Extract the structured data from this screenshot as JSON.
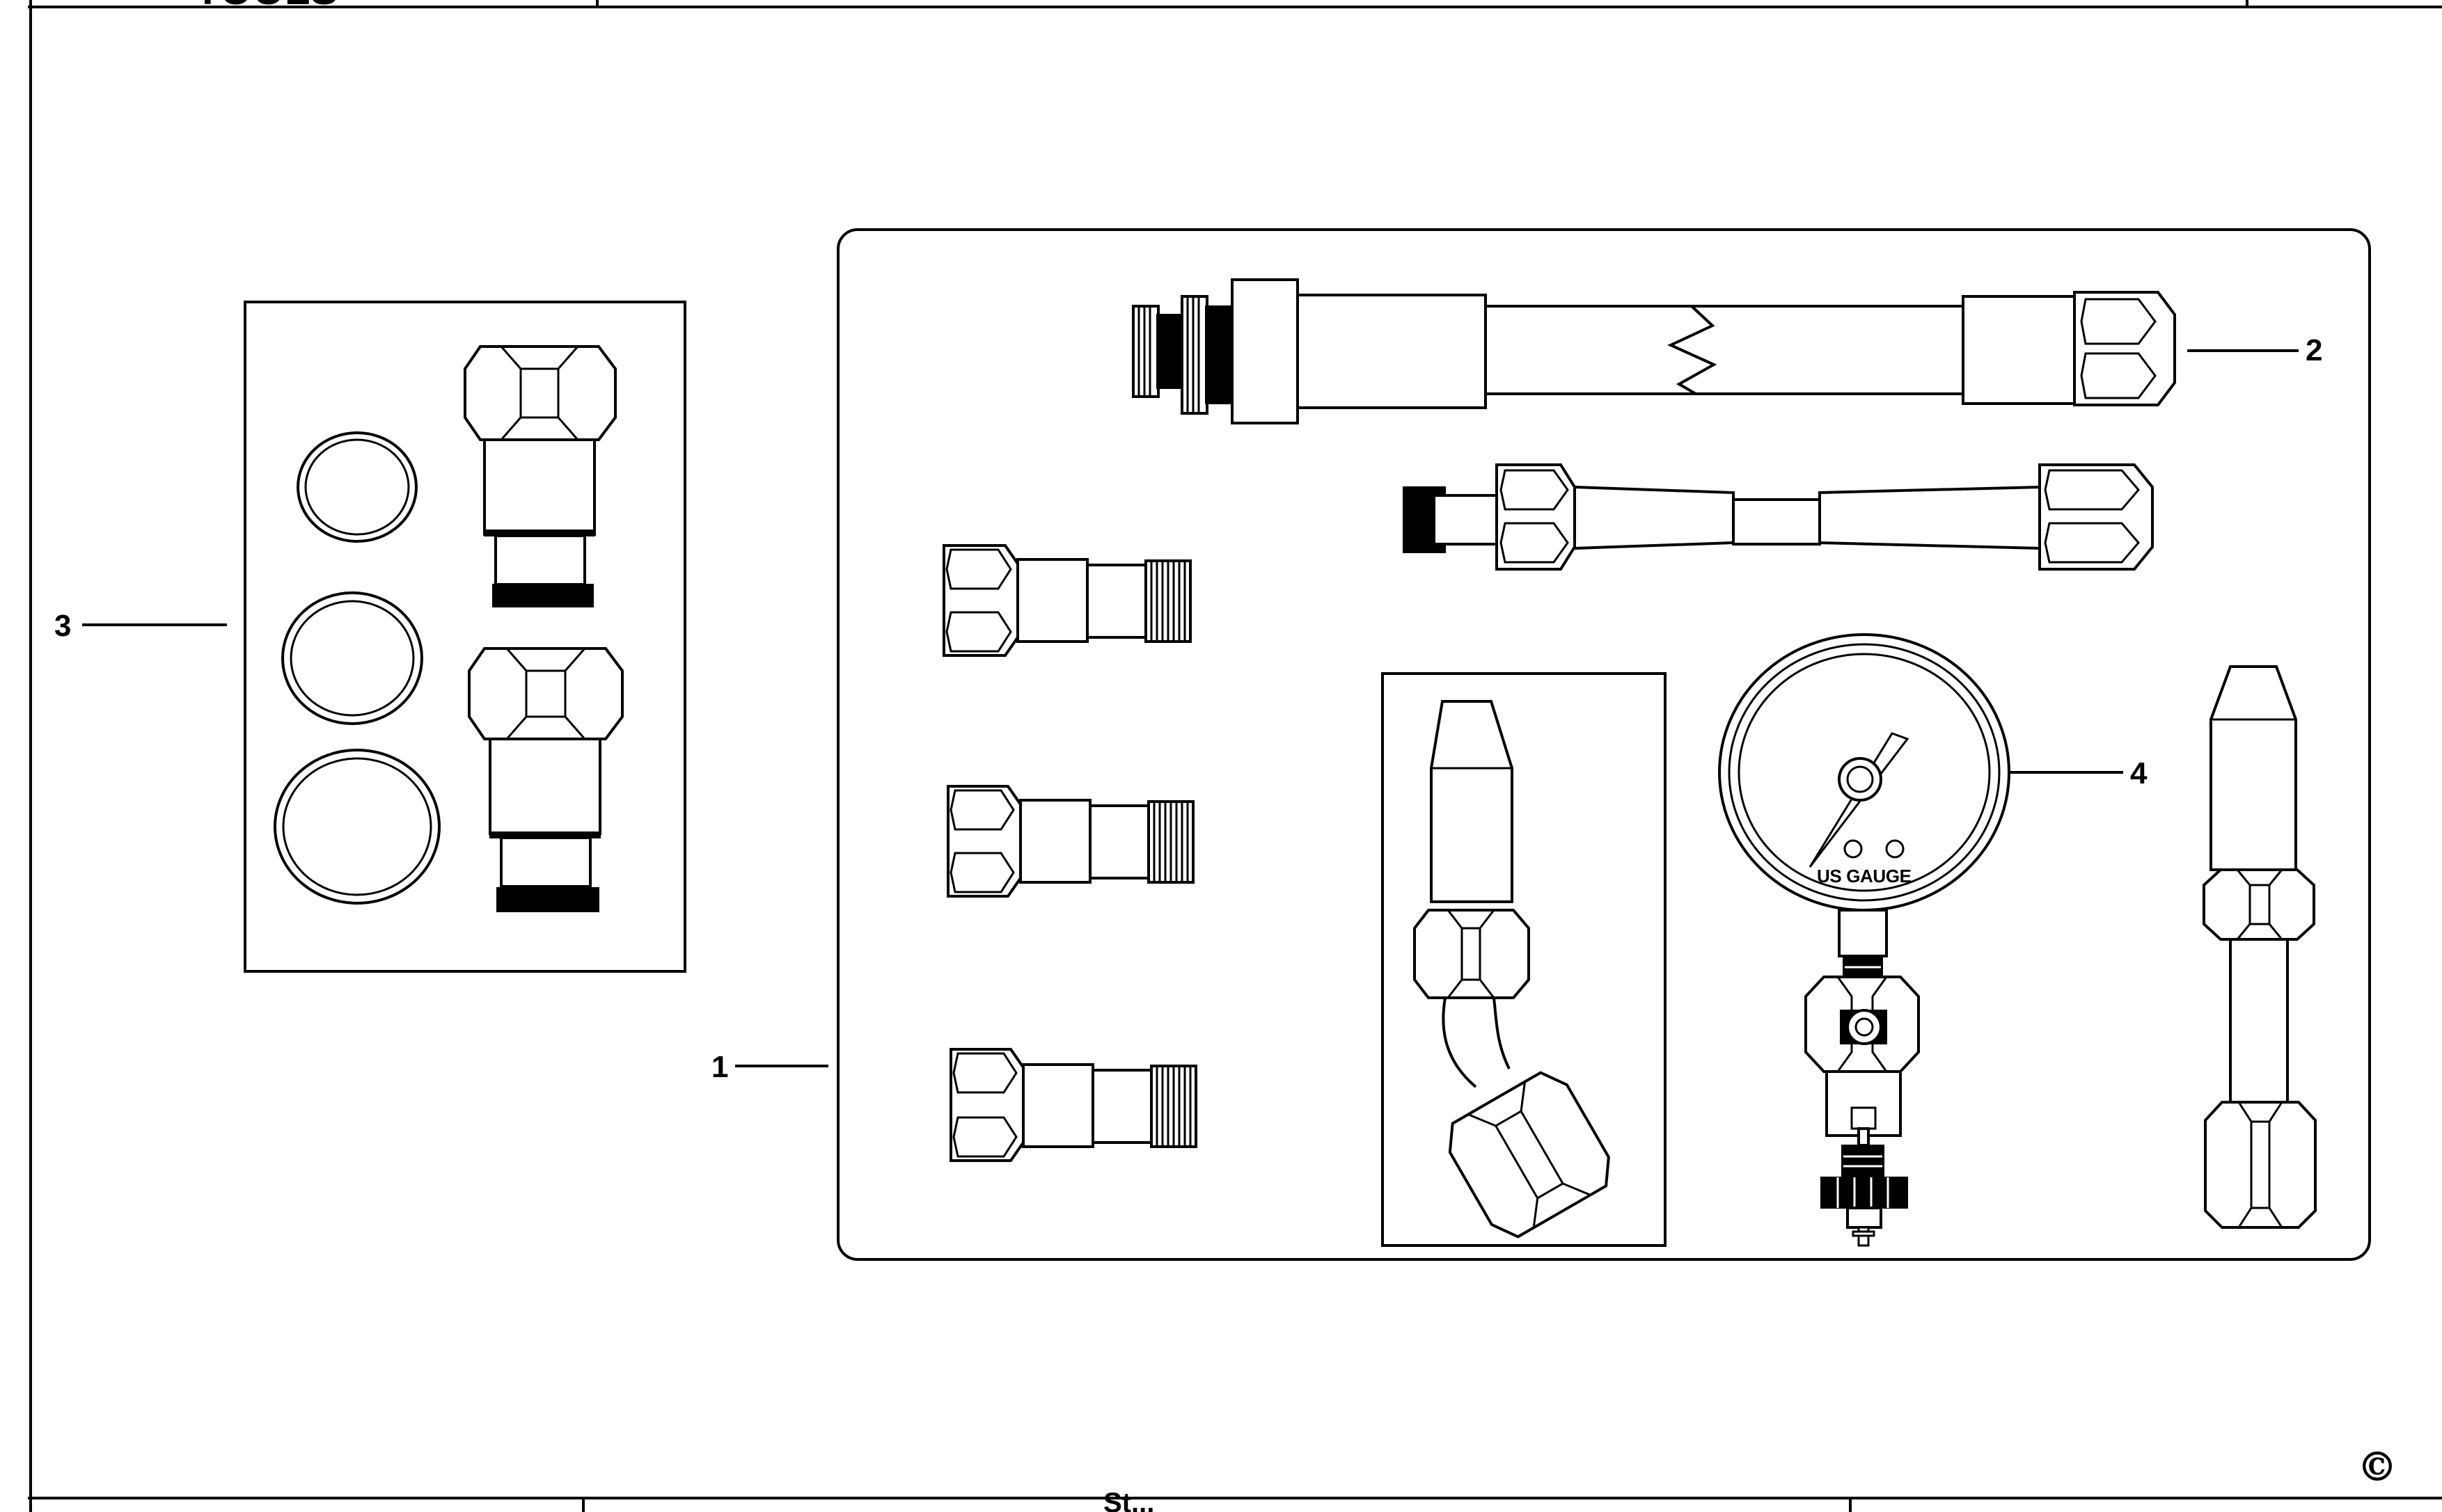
{
  "title_block": {
    "logo_text": "TOOLS",
    "footer_text": "St..."
  },
  "callouts": [
    {
      "id": "1",
      "label": "1"
    },
    {
      "id": "2",
      "label": "2"
    },
    {
      "id": "3",
      "label": "3"
    },
    {
      "id": "4",
      "label": "4"
    }
  ],
  "gauge": {
    "face_text": "US GAUGE"
  },
  "copyright": {
    "symbol": "©"
  },
  "colors": {
    "line": "#000000",
    "background": "#ffffff"
  }
}
